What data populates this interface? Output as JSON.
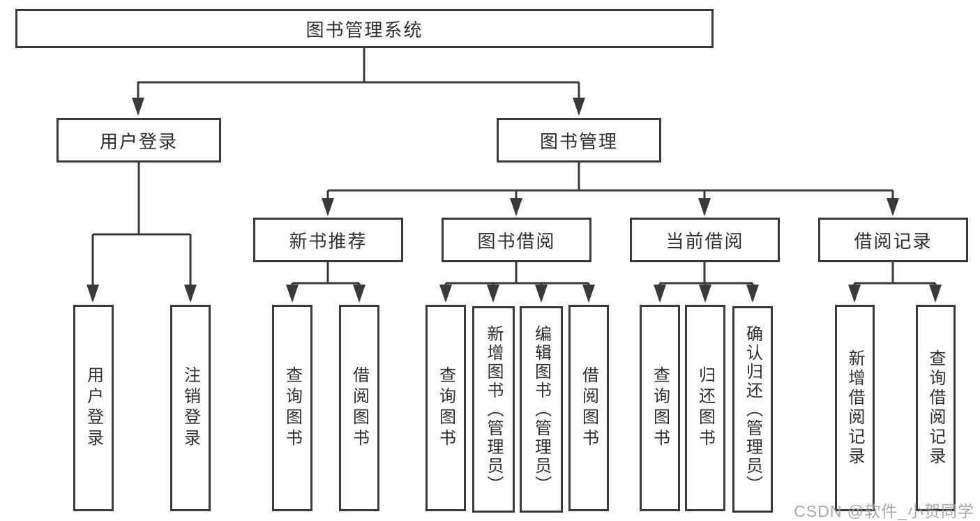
{
  "tree": {
    "root": {
      "label": "图书管理系统",
      "children": [
        {
          "label": "用户登录",
          "children": [
            {
              "label": "用户登录"
            },
            {
              "label": "注销登录"
            }
          ]
        },
        {
          "label": "图书管理",
          "children": [
            {
              "label": "新书推荐",
              "children": [
                {
                  "label": "查询图书"
                },
                {
                  "label": "借阅图书"
                }
              ]
            },
            {
              "label": "图书借阅",
              "children": [
                {
                  "label": "查询图书"
                },
                {
                  "label": "新增图书（管理员）"
                },
                {
                  "label": "编辑图书（管理员）"
                },
                {
                  "label": "借阅图书"
                }
              ]
            },
            {
              "label": "当前借阅",
              "children": [
                {
                  "label": "查询图书"
                },
                {
                  "label": "归还图书"
                },
                {
                  "label": "确认归还（管理员）"
                }
              ]
            },
            {
              "label": "借阅记录",
              "children": [
                {
                  "label": "新增借阅记录"
                },
                {
                  "label": "查询借阅记录"
                }
              ]
            }
          ]
        }
      ]
    }
  },
  "watermark": "CSDN @软件_小贺同学",
  "colors": {
    "line": "#3a3a3a",
    "text": "#2f2f2f",
    "watermark": "#9e9e9e",
    "background": "#ffffff"
  }
}
